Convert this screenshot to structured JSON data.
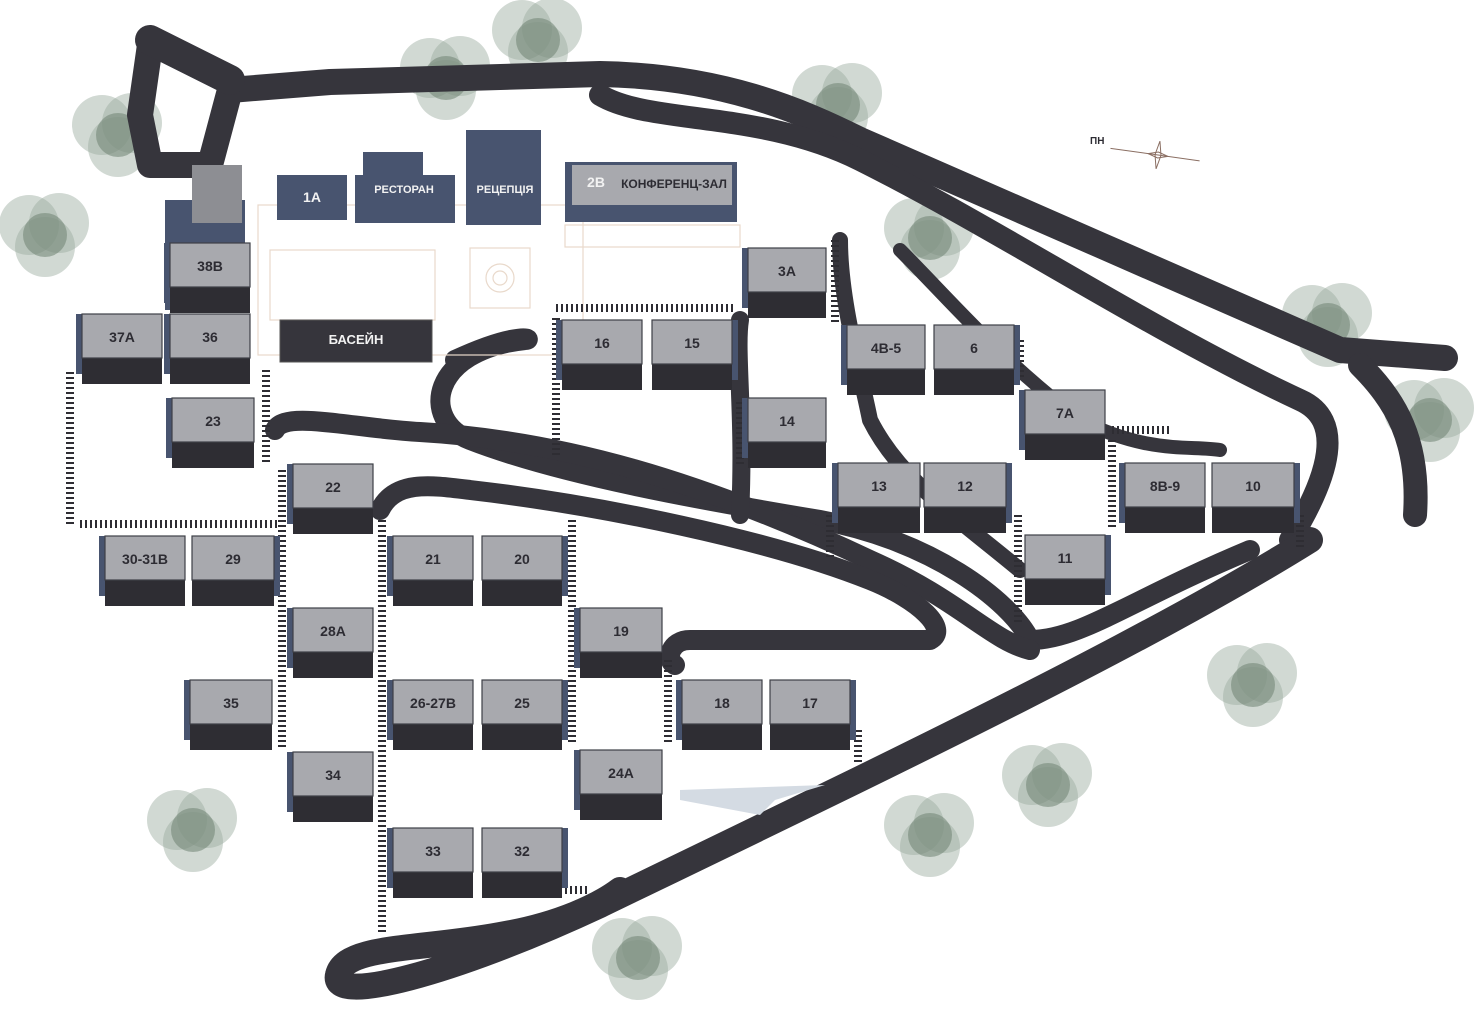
{
  "compass": {
    "label": "ПН",
    "icon": "compass-rose-icon"
  },
  "facilities": {
    "restaurant": "РЕСТОРАН",
    "reception": "РЕЦЕПЦІЯ",
    "conference_hall": "КОНФЕРЕНЦ-ЗАЛ",
    "pool": "БАСЕЙН"
  },
  "units": [
    {
      "id": "1A",
      "label": "1А"
    },
    {
      "id": "2B",
      "label": "2В"
    },
    {
      "id": "3A",
      "label": "3А"
    },
    {
      "id": "4B-5",
      "label": "4В-5"
    },
    {
      "id": "6",
      "label": "6"
    },
    {
      "id": "7A",
      "label": "7А"
    },
    {
      "id": "8B-9",
      "label": "8В-9"
    },
    {
      "id": "10",
      "label": "10"
    },
    {
      "id": "11",
      "label": "11"
    },
    {
      "id": "12",
      "label": "12"
    },
    {
      "id": "13",
      "label": "13"
    },
    {
      "id": "14",
      "label": "14"
    },
    {
      "id": "15",
      "label": "15"
    },
    {
      "id": "16",
      "label": "16"
    },
    {
      "id": "17",
      "label": "17"
    },
    {
      "id": "18",
      "label": "18"
    },
    {
      "id": "19",
      "label": "19"
    },
    {
      "id": "20",
      "label": "20"
    },
    {
      "id": "21",
      "label": "21"
    },
    {
      "id": "22",
      "label": "22"
    },
    {
      "id": "23",
      "label": "23"
    },
    {
      "id": "24A",
      "label": "24А"
    },
    {
      "id": "25",
      "label": "25"
    },
    {
      "id": "26-27B",
      "label": "26-27В"
    },
    {
      "id": "28A",
      "label": "28А"
    },
    {
      "id": "29",
      "label": "29"
    },
    {
      "id": "30-31B",
      "label": "30-31В"
    },
    {
      "id": "32",
      "label": "32"
    },
    {
      "id": "33",
      "label": "33"
    },
    {
      "id": "34",
      "label": "34"
    },
    {
      "id": "35",
      "label": "35"
    },
    {
      "id": "36",
      "label": "36"
    },
    {
      "id": "37A",
      "label": "37А"
    },
    {
      "id": "38B",
      "label": "38В"
    }
  ],
  "colors": {
    "road": "#36353c",
    "roof": "#a8a9ae",
    "wing": "#48546f",
    "tree": "#9aab9e",
    "pool_outline": "#e9d9cb"
  }
}
